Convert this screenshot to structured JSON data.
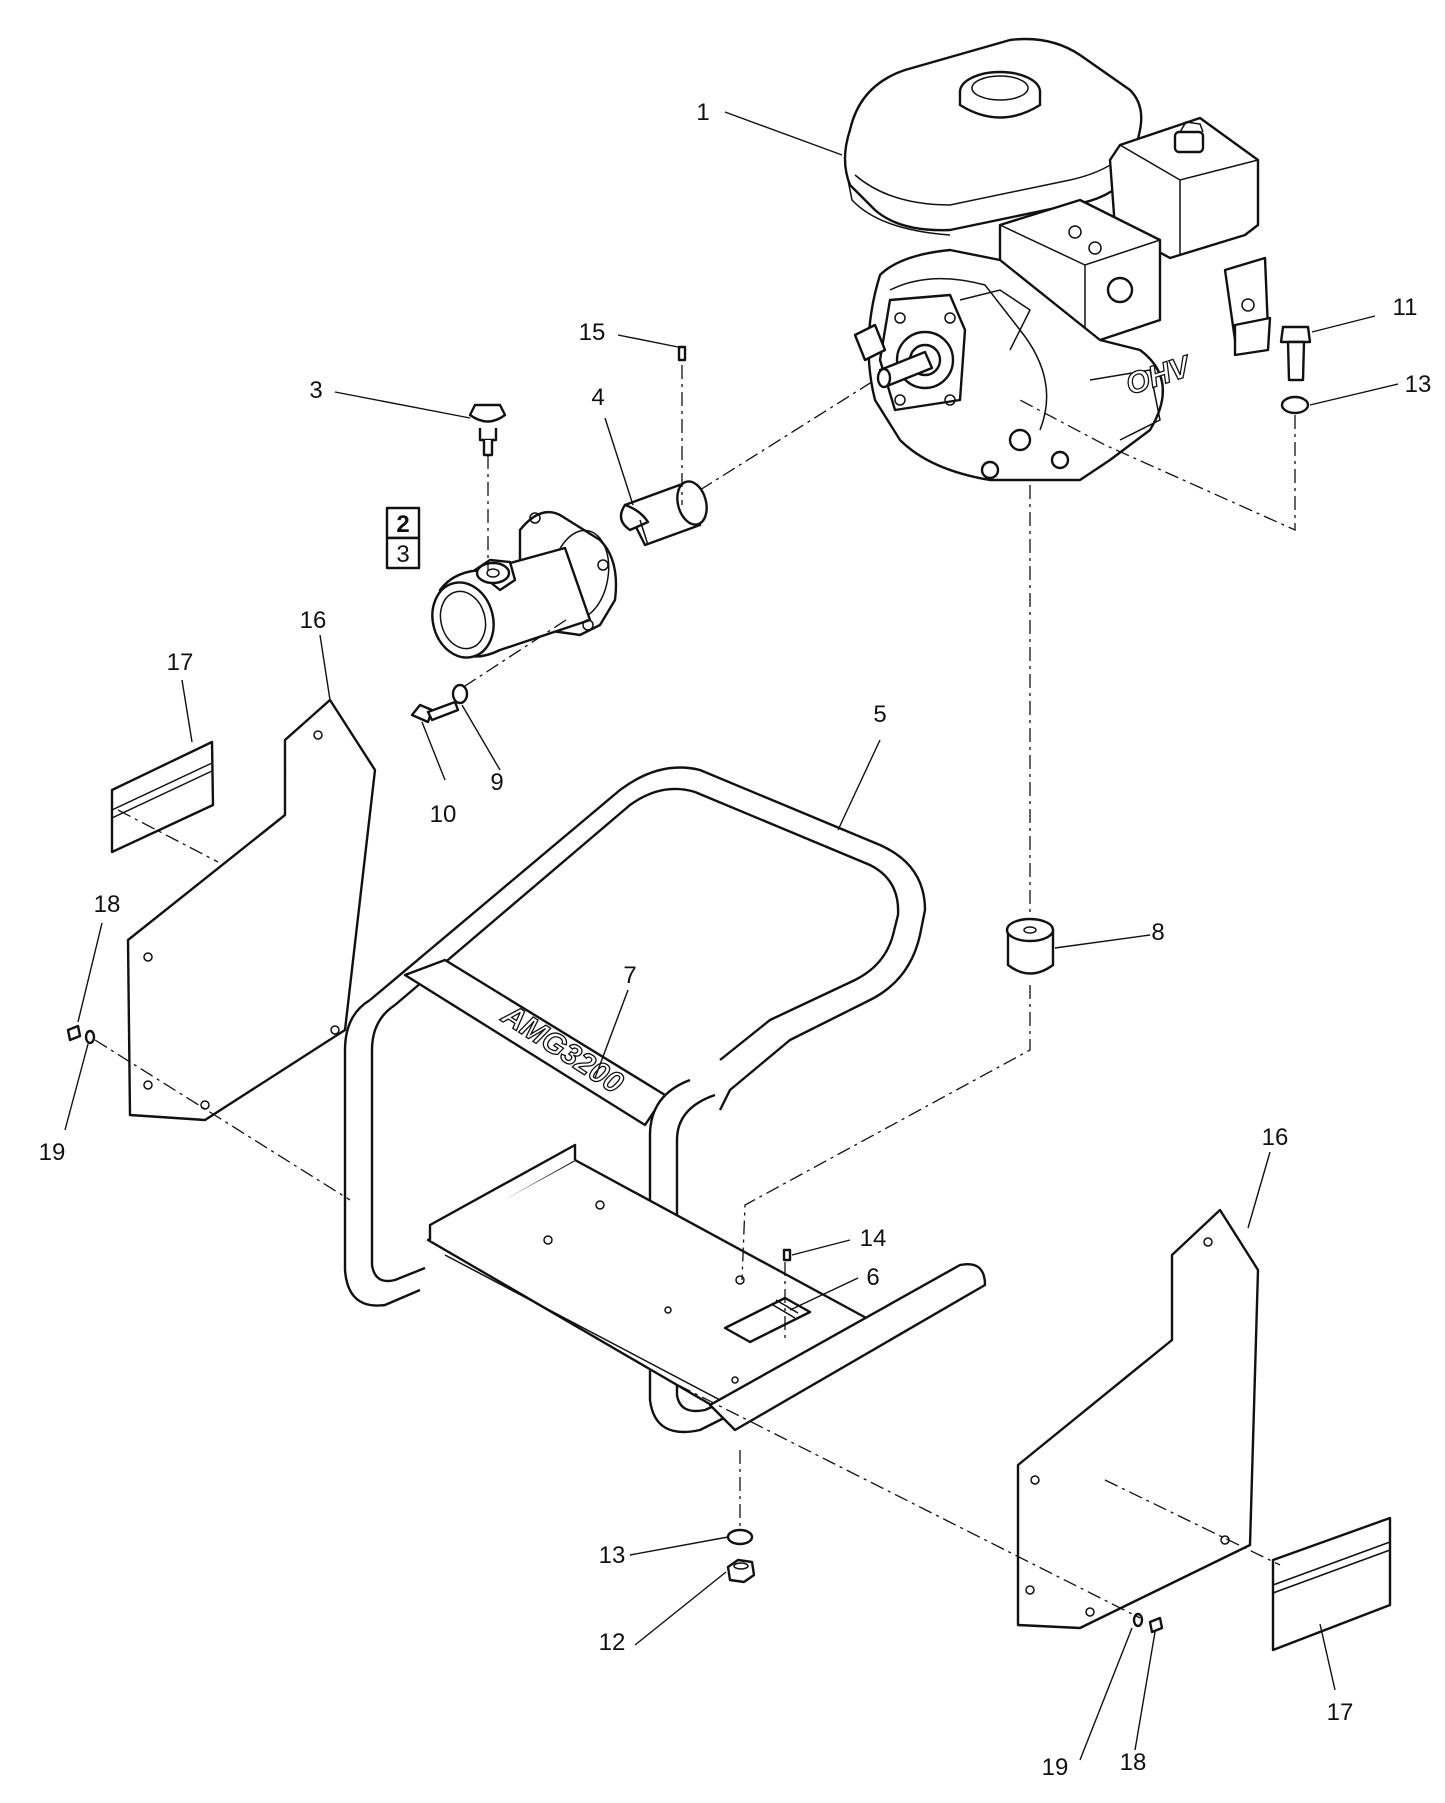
{
  "callouts": [
    {
      "id": "c1",
      "label": "1"
    },
    {
      "id": "c3",
      "label": "3"
    },
    {
      "id": "c4",
      "label": "4"
    },
    {
      "id": "c5",
      "label": "5"
    },
    {
      "id": "c6",
      "label": "6"
    },
    {
      "id": "c7",
      "label": "7"
    },
    {
      "id": "c8",
      "label": "8"
    },
    {
      "id": "c9",
      "label": "9"
    },
    {
      "id": "c10",
      "label": "10"
    },
    {
      "id": "c11",
      "label": "11"
    },
    {
      "id": "c12",
      "label": "12"
    },
    {
      "id": "c13a",
      "label": "13"
    },
    {
      "id": "c13b",
      "label": "13"
    },
    {
      "id": "c14",
      "label": "14"
    },
    {
      "id": "c15",
      "label": "15"
    },
    {
      "id": "c16a",
      "label": "16"
    },
    {
      "id": "c16b",
      "label": "16"
    },
    {
      "id": "c17a",
      "label": "17"
    },
    {
      "id": "c17b",
      "label": "17"
    },
    {
      "id": "c18a",
      "label": "18"
    },
    {
      "id": "c18b",
      "label": "18"
    },
    {
      "id": "c19a",
      "label": "19"
    },
    {
      "id": "c19b",
      "label": "19"
    }
  ],
  "kit_box": {
    "top": "2",
    "bottom": "3"
  },
  "frame_model_text": "AMG3200",
  "engine_badge_text": "OHV"
}
